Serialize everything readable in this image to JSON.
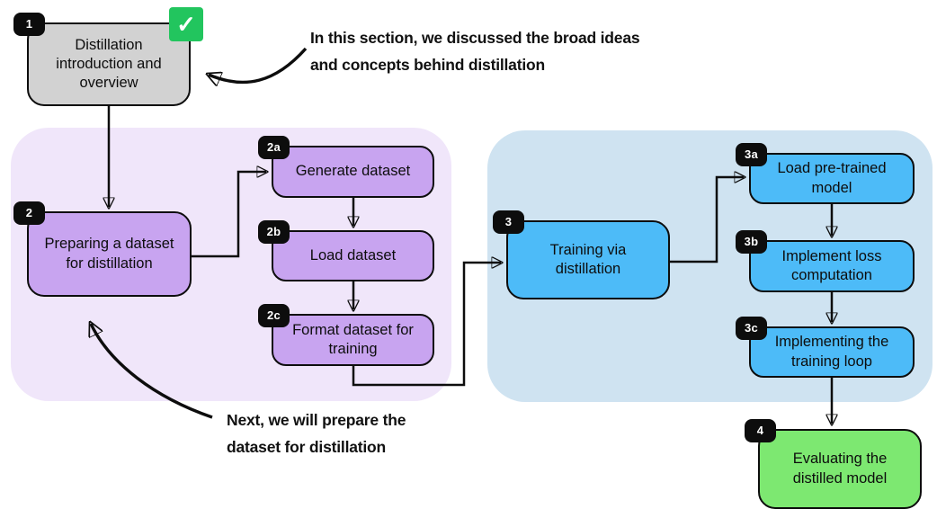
{
  "diagram": {
    "title_hint": "distillation-tutorial-flowchart",
    "colors": {
      "completed_box": "#d2d2d2",
      "dataset_box": "#c8a4f0",
      "dataset_region": "#f0e6fa",
      "training_box": "#4dbbf8",
      "training_region": "#cfe3f1",
      "evaluation_box": "#7de871",
      "check_green": "#22c55e",
      "badge_bg": "#0d0d0d",
      "badge_text": "#ffffff",
      "line": "#0d0d0d"
    }
  },
  "regions": [
    {
      "name": "dataset-preparation-group",
      "color": "#f0e6fa"
    },
    {
      "name": "training-group",
      "color": "#cfe3f1"
    }
  ],
  "boxes": [
    {
      "badge": "1",
      "label": "Distillation introduction and overview",
      "status": "completed"
    },
    {
      "badge": "2",
      "label": "Preparing a dataset for distillation"
    },
    {
      "badge": "2a",
      "label": "Generate dataset"
    },
    {
      "badge": "2b",
      "label": "Load dataset"
    },
    {
      "badge": "2c",
      "label": "Format dataset for training"
    },
    {
      "badge": "3",
      "label": "Training via distillation"
    },
    {
      "badge": "3a",
      "label": "Load pre-trained model"
    },
    {
      "badge": "3b",
      "label": "Implement loss computation"
    },
    {
      "badge": "3c",
      "label": "Implementing the training loop"
    },
    {
      "badge": "4",
      "label": "Evaluating the distilled model"
    }
  ],
  "annotations": [
    {
      "line1": "In this section, we discussed the broad ideas",
      "line2": "and concepts behind distillation"
    },
    {
      "line1": "Next, we will prepare the",
      "line2": "dataset for distillation"
    }
  ],
  "icons": {
    "check": "✓"
  }
}
